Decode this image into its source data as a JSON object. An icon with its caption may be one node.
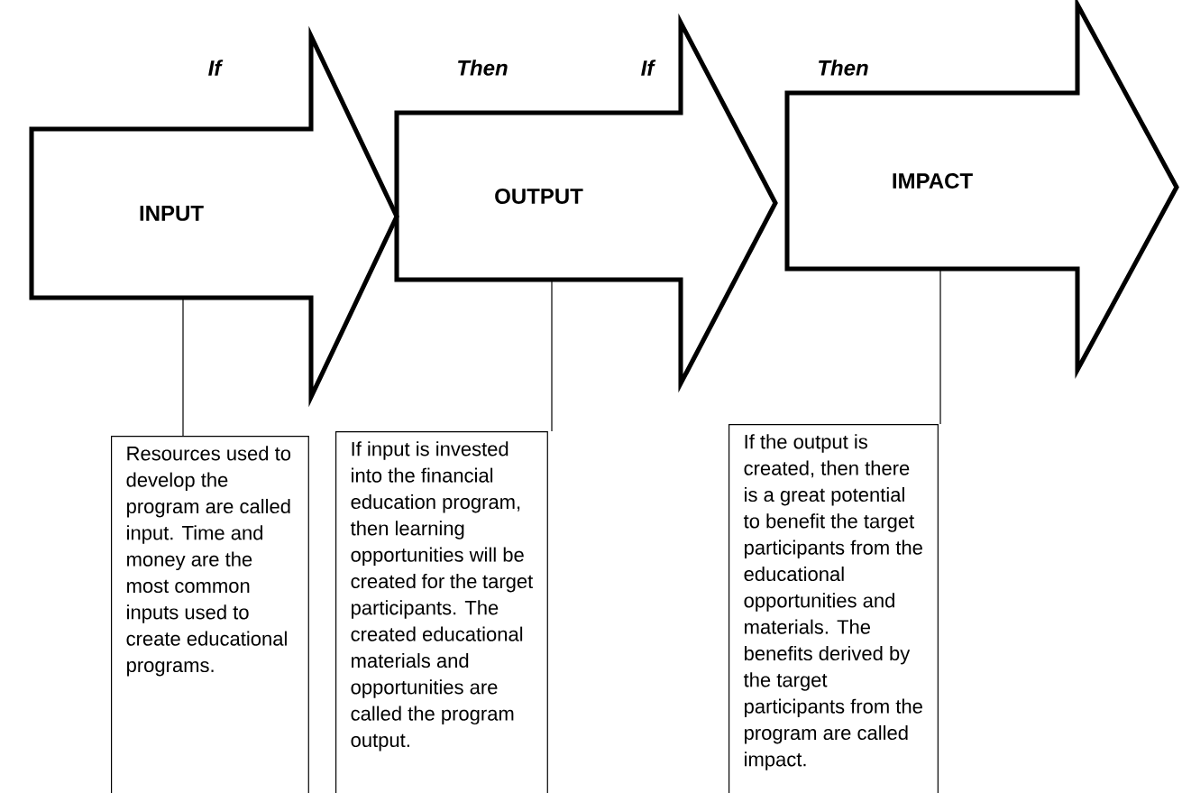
{
  "diagram": {
    "nodes": [
      {
        "text": [
          "INPUT"
        ]
      },
      {
        "text": [
          "OUTPUT"
        ]
      },
      {
        "text": [
          "IMPACT"
        ]
      },
      {
        "text": [
          "Resources used to develop the program are called input. Time and money are the most common inputs used to create educational programs."
        ]
      },
      {
        "text": [
          "If input is invested into the financial education program, then learning opportunities will be created for the target participants. The created educational materials and opportunities are called the program output."
        ]
      },
      {
        "text": [
          "If the output is created, then there is a great potential to benefit the target participants from the educational opportunities and materials. The benefits derived by the target participants from the program are called impact."
        ]
      }
    ],
    "edges": [
      {
        "from": 0,
        "to": 3,
        "arrow": "none"
      },
      {
        "from": 1,
        "to": 4,
        "arrow": "none"
      },
      {
        "from": 2,
        "to": 5,
        "arrow": "none"
      }
    ],
    "labels": [
      "If",
      "Then",
      "If",
      "Then"
    ]
  }
}
